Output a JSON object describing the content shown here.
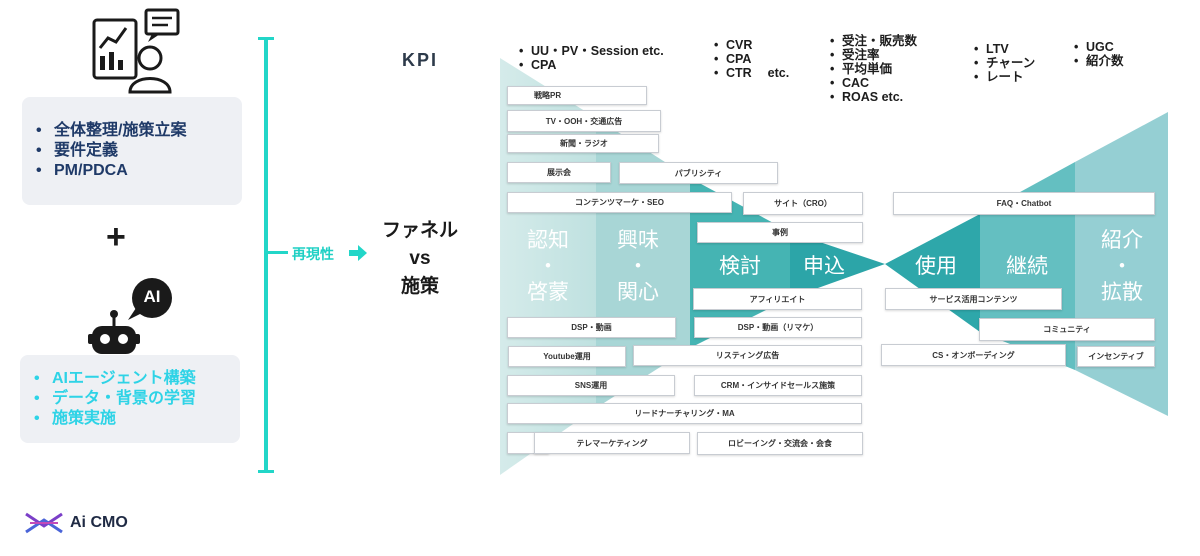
{
  "left_card_1": {
    "items": [
      "全体整理/施策立案",
      "要件定義",
      "PM/PDCA"
    ]
  },
  "plus": "+",
  "left_card_2": {
    "items": [
      "AIエージェント構築",
      "データ・背景の学習",
      "施策実施"
    ]
  },
  "bot_badge": "AI",
  "reproducibility": "再現性",
  "center": {
    "line1": "ファネル",
    "line2": "vs",
    "line3": "施策"
  },
  "kpi": {
    "title": "KPI",
    "groups": [
      [
        "UU・PV・Session etc.",
        "CPA"
      ],
      [
        "CVR",
        "CPA",
        "CTR　 etc."
      ],
      [
        "受注・販売数",
        "受注率",
        "平均単価",
        "CAC",
        "ROAS etc."
      ],
      [
        "LTV",
        "チャーン",
        "レート"
      ],
      [
        "UGC",
        "紹介数"
      ]
    ]
  },
  "stages": {
    "awareness": [
      "認知",
      "・",
      "啓蒙"
    ],
    "interest": [
      "興味",
      "・",
      "関心"
    ],
    "consider": "検討",
    "apply": "申込",
    "use": "使用",
    "continue": "継続",
    "referral": [
      "紹介",
      "・",
      "拡散"
    ]
  },
  "tactics": {
    "senryaku_pr": "戦略PR",
    "tv_ooh": "TV・OOH・交通広告",
    "newspaper": "新聞・ラジオ",
    "exhibition": "展示会",
    "publicity": "パブリシティ",
    "content_marketing": "コンテンツマーケ・SEO",
    "site_cro": "サイト（CRO）",
    "faq": "FAQ・Chatbot",
    "case": "事例",
    "affiliate": "アフィリエイト",
    "service_content": "サービス活用コンテンツ",
    "dsp1": "DSP・動画",
    "dsp2": "DSP・動画（リマケ）",
    "community": "コミュニティ",
    "youtube": "Youtube運用",
    "listing": "リスティング広告",
    "cs": "CS・オンボーディング",
    "incentive": "インセンティブ",
    "sns": "SNS運用",
    "crm": "CRM・インサイドセールス施策",
    "lead": "リードナーチャリング・MA",
    "telemarketing": "テレマーケティング",
    "lobbying": "ロビーイング・交流会・会食"
  },
  "logo": {
    "text": "Ai CMO"
  },
  "colors": {
    "accent": "#22d6c8",
    "navy": "#1f3a68",
    "cyan_text": "#2ed3e6"
  }
}
